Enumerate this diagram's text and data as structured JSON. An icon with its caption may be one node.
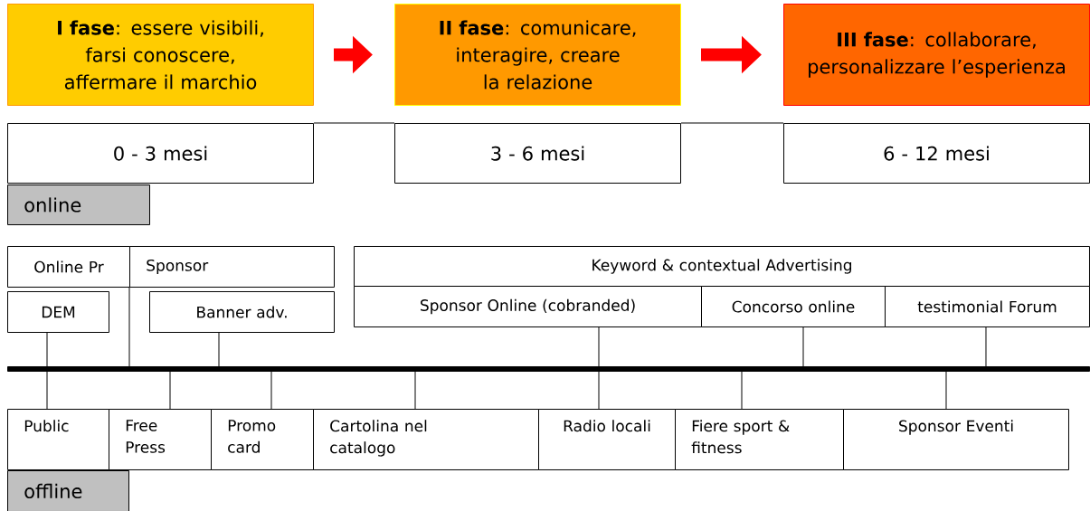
{
  "diagram": {
    "nodes": [
      {
        "text": [
          "**I fase**: essere visibili, farsi conoscere, affermare il marchio"
        ]
      },
      {
        "text": [
          "**II fase**: comunicare, interagire, creare la relazione"
        ]
      },
      {
        "text": [
          "**III fase**: collaborare, personalizzare l’esperienza"
        ]
      },
      {
        "text": [
          "0 - 3 mesi"
        ]
      },
      {
        "text": [
          "3 - 6 mesi"
        ]
      },
      {
        "text": [
          "6 - 12 mesi"
        ]
      },
      {
        "text": [
          "online"
        ]
      },
      {
        "text": [
          "Online Pr"
        ]
      },
      {
        "text": [
          "Sponsor"
        ]
      },
      {
        "text": [
          "DEM"
        ]
      },
      {
        "text": [
          "Banner adv."
        ]
      },
      {
        "text": [
          "Keyword & contextual Advertising"
        ]
      },
      {
        "text": [
          "Sponsor Online (cobranded)"
        ]
      },
      {
        "text": [
          "Concorso online"
        ]
      },
      {
        "text": [
          "testimonial Forum"
        ]
      },
      {
        "text": [],
        "shape": "bar"
      },
      {
        "text": [
          "Public"
        ]
      },
      {
        "text": [
          "Free Press"
        ]
      },
      {
        "text": [
          "Promo card"
        ]
      },
      {
        "text": [
          "Cartolina nel catalogo"
        ]
      },
      {
        "text": [
          "Radio locali"
        ]
      },
      {
        "text": [
          "Fiere sport & fitness"
        ]
      },
      {
        "text": [
          "Sponsor Eventi"
        ]
      },
      {
        "text": [
          "offline"
        ]
      }
    ],
    "edges": [
      {
        "from": 0,
        "to": 1,
        "arrow": "to",
        "style": "thick",
        "color": "#ff0000"
      },
      {
        "from": 1,
        "to": 2,
        "arrow": "to",
        "style": "thick",
        "color": "#ff0000"
      },
      {
        "from": 3,
        "to": 4,
        "arrow": "none"
      },
      {
        "from": 4,
        "to": 5,
        "arrow": "none"
      },
      {
        "from": 9,
        "to": 15,
        "arrow": "none"
      },
      {
        "from": 8,
        "to": 15,
        "arrow": "none"
      },
      {
        "from": 10,
        "to": 15,
        "arrow": "none"
      },
      {
        "from": 12,
        "to": 15,
        "arrow": "none"
      },
      {
        "from": 13,
        "to": 15,
        "arrow": "none"
      },
      {
        "from": 14,
        "to": 15,
        "arrow": "none"
      },
      {
        "from": 15,
        "to": 16,
        "arrow": "none"
      },
      {
        "from": 15,
        "to": 17,
        "arrow": "none"
      },
      {
        "from": 15,
        "to": 18,
        "arrow": "none"
      },
      {
        "from": 15,
        "to": 19,
        "arrow": "none"
      },
      {
        "from": 15,
        "to": 20,
        "arrow": "none"
      },
      {
        "from": 15,
        "to": 21,
        "arrow": "none"
      },
      {
        "from": 15,
        "to": 22,
        "arrow": "none"
      }
    ]
  }
}
